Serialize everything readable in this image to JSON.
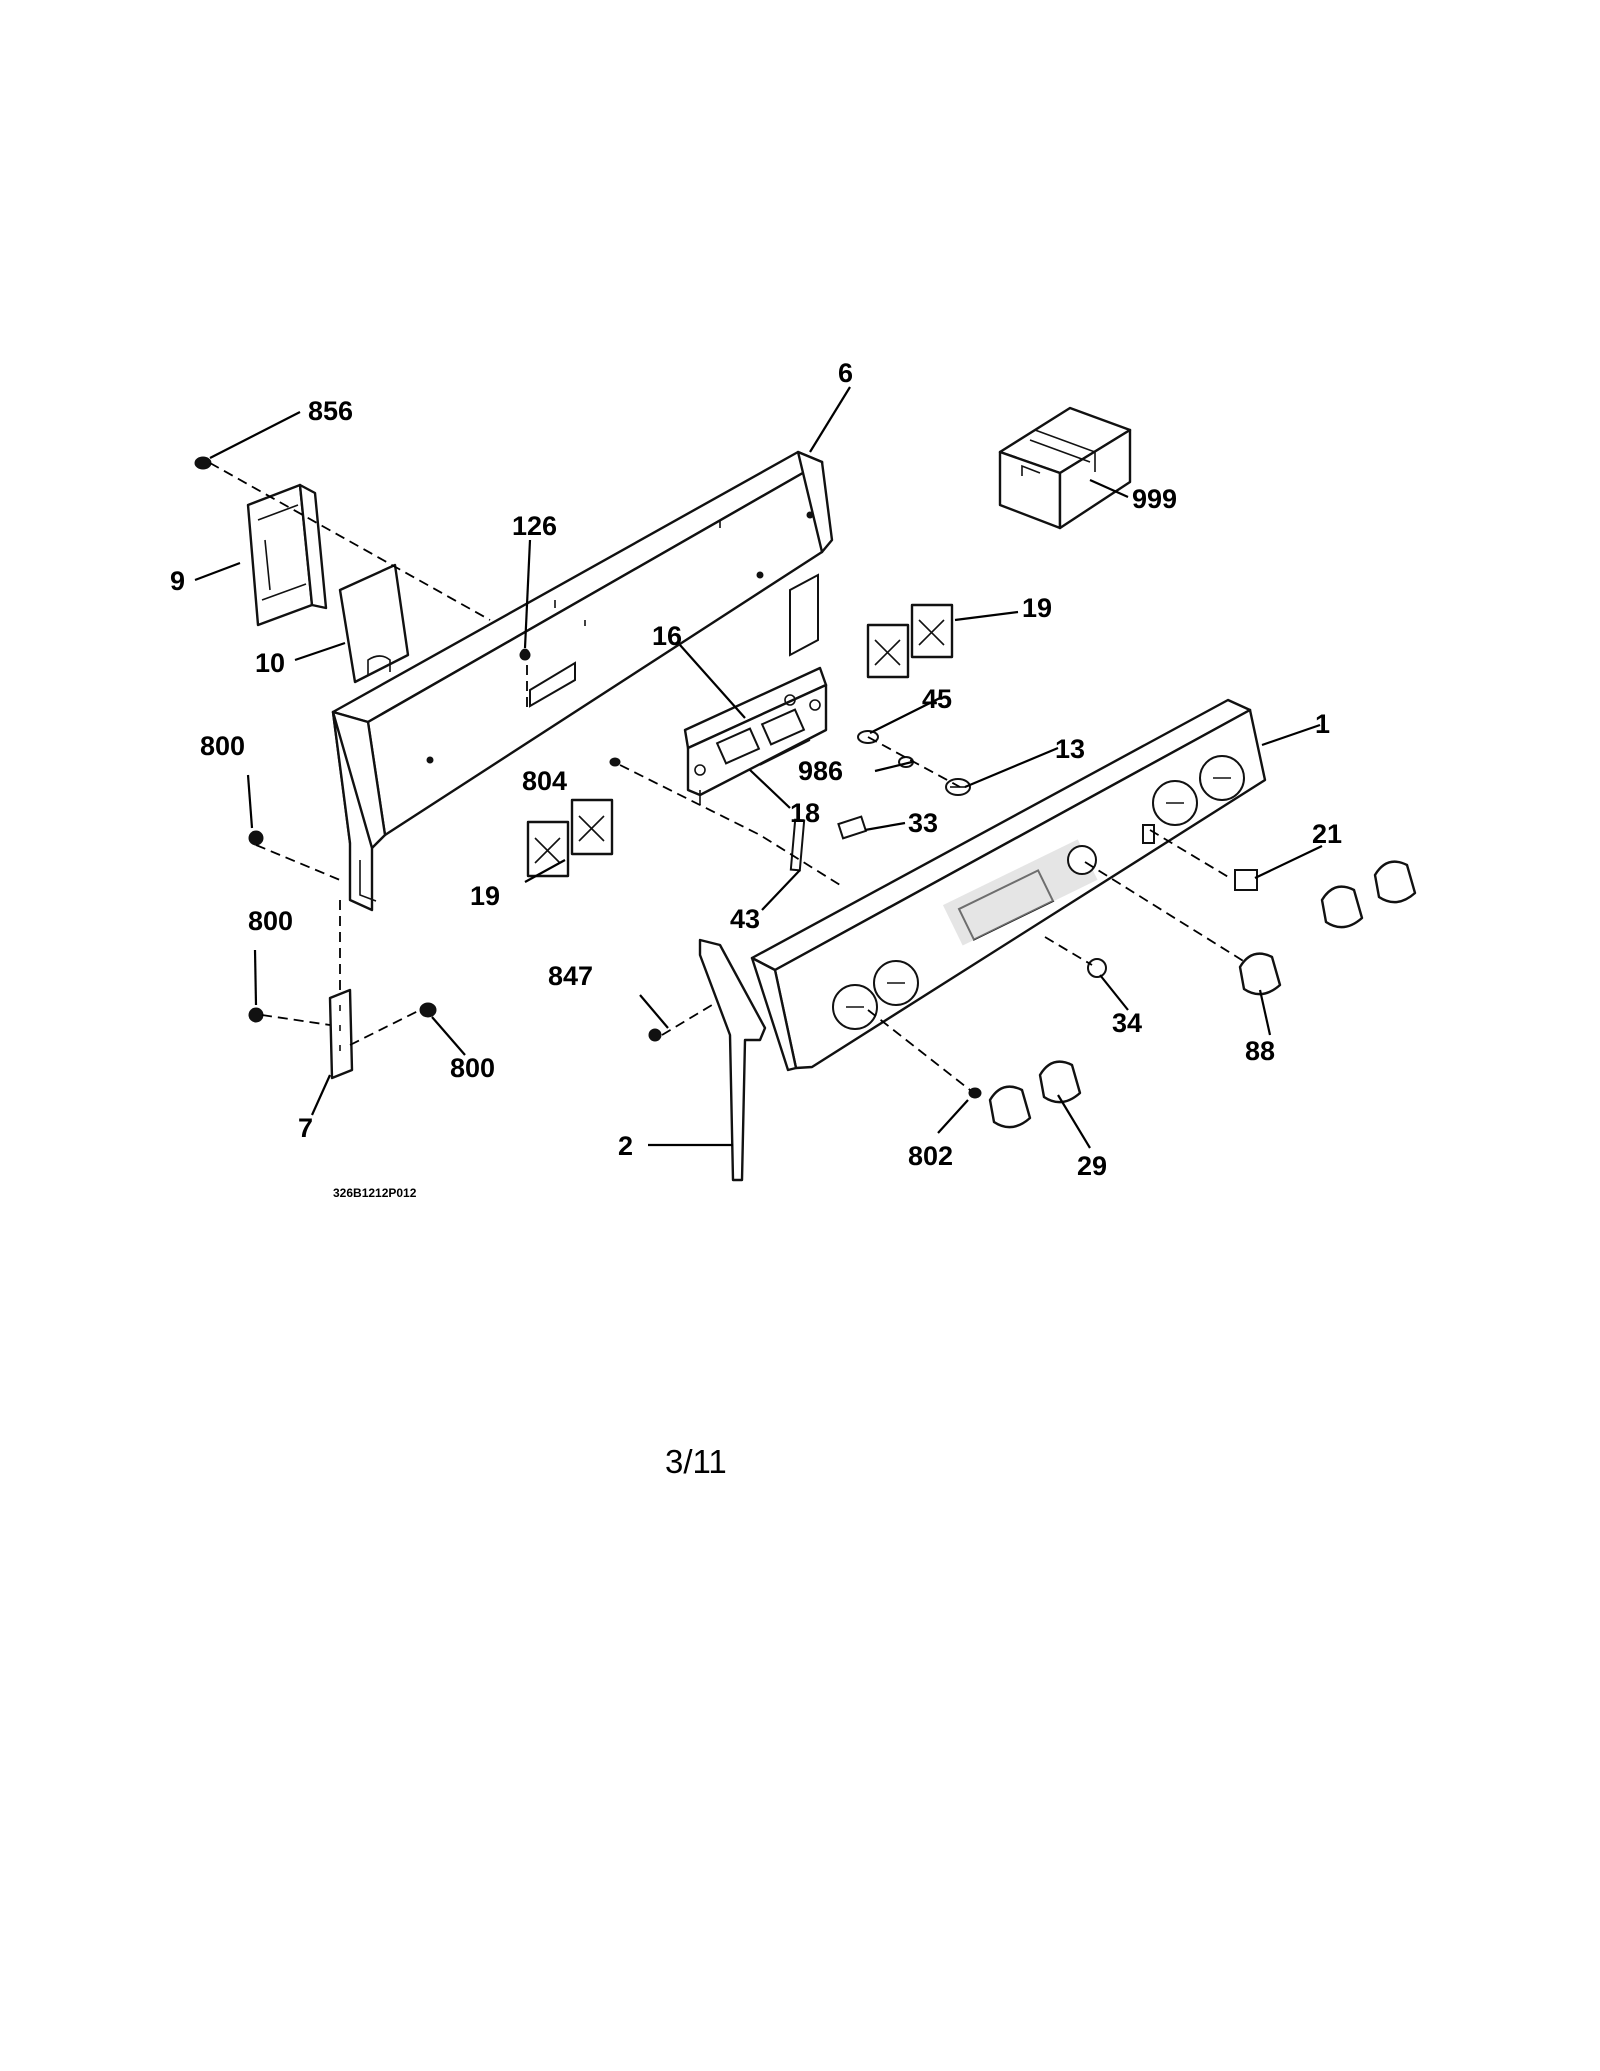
{
  "callouts": {
    "c1": "1",
    "c2": "2",
    "c6": "6",
    "c7": "7",
    "c9": "9",
    "c10": "10",
    "c13": "13",
    "c16": "16",
    "c18": "18",
    "c19a": "19",
    "c19b": "19",
    "c21": "21",
    "c29": "29",
    "c33": "33",
    "c34": "34",
    "c43": "43",
    "c45": "45",
    "c88": "88",
    "c126": "126",
    "c800a": "800",
    "c800b": "800",
    "c800c": "800",
    "c802": "802",
    "c804": "804",
    "c847": "847",
    "c856": "856",
    "c986": "986",
    "c999": "999"
  },
  "drawing_code": "326B1212P012",
  "page_number": "3/11"
}
